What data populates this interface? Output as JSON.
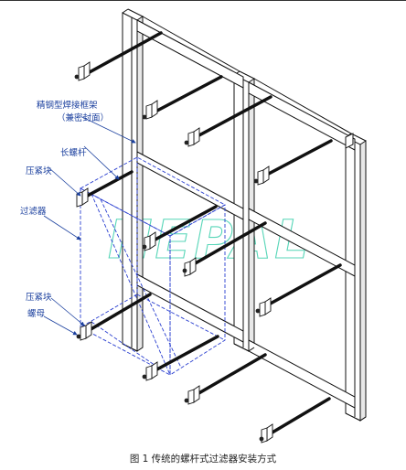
{
  "labels": {
    "frame": "精钢型焊接框架",
    "frame_note": "（兼密封面）",
    "long_bolt": "长螺杆",
    "clamp_top": "压紧块",
    "filter": "过滤器",
    "clamp_bottom": "压紧块",
    "nut": "螺母"
  },
  "watermark": "HEPAL",
  "caption": "图 1    传统的螺杆式过滤器安装方式",
  "colors": {
    "label": "#1a3f9e",
    "filter_outline": "#2a3fd0",
    "frame_line": "#111111",
    "watermark": "#58d6b8"
  }
}
